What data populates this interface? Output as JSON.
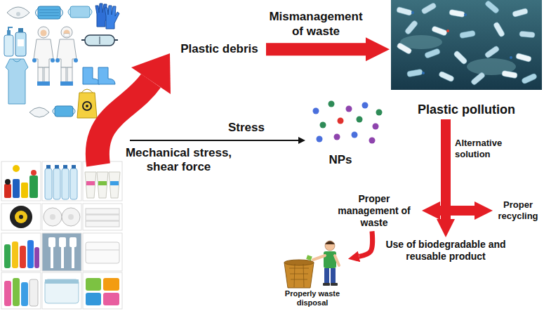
{
  "diagram": {
    "nodes": [
      {
        "text": [
          "Plastic debris"
        ]
      },
      {
        "text": [
          "Plastic pollution"
        ]
      },
      {
        "text": [
          "Proper management of waste"
        ]
      },
      {
        "text": [
          "Proper recycling"
        ]
      },
      {
        "text": [
          "Use of biodegradable and reusable product"
        ]
      },
      {
        "text": [
          "Properly waste disposal"
        ]
      }
    ],
    "edges": [
      {
        "from": 0,
        "to": 1,
        "label": "Mismanagement of waste",
        "arrow": "to"
      },
      {
        "from": 1,
        "to": 2,
        "arrow": "to"
      },
      {
        "from": 1,
        "to": 3,
        "arrow": "to"
      },
      {
        "from": 1,
        "to": 4,
        "arrow": "to"
      },
      {
        "from": 2,
        "to": 5,
        "arrow": "to"
      }
    ],
    "labels": [
      "Stress",
      "Mechanical stress, shear force",
      "NPs",
      "Alternative solution"
    ]
  }
}
